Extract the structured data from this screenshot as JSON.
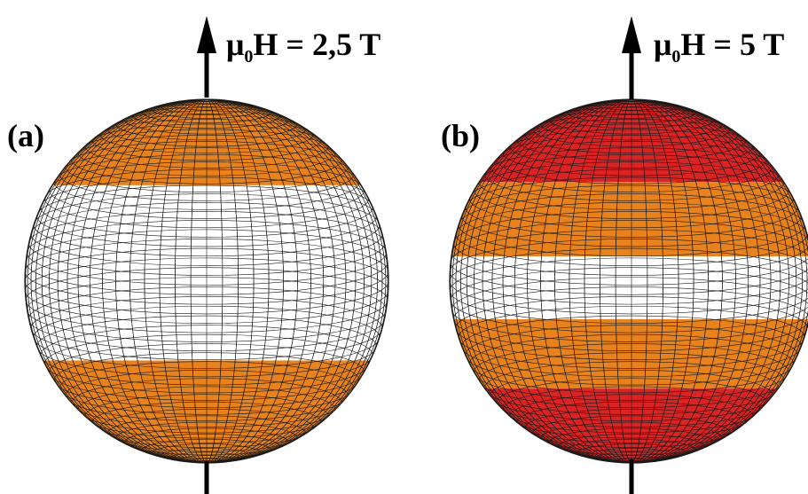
{
  "colors": {
    "orange": "#e8821c",
    "red": "#dc2323",
    "white": "#ffffff",
    "grid": "#1a1a1a",
    "axis": "#000000"
  },
  "panels": [
    {
      "label": "(a)",
      "field": {
        "mu": "μ",
        "sub": "0",
        "rest": "H = 2,5 T"
      },
      "bands": [
        {
          "from": 0,
          "to": 0.52,
          "color": "orange"
        },
        {
          "from": 0.52,
          "to": 1.58,
          "color": "white"
        },
        {
          "from": 1.58,
          "to": 2.2,
          "color": "orange"
        }
      ]
    },
    {
      "label": "(b)",
      "field": {
        "mu": "μ",
        "sub": "0",
        "rest": "H = 5 T"
      },
      "bands": [
        {
          "from": 0,
          "to": 0.5,
          "color": "red"
        },
        {
          "from": 0.5,
          "to": 0.95,
          "color": "orange"
        },
        {
          "from": 0.95,
          "to": 1.33,
          "color": "white"
        },
        {
          "from": 1.33,
          "to": 1.75,
          "color": "orange"
        },
        {
          "from": 1.75,
          "to": 2.2,
          "color": "red"
        }
      ]
    }
  ]
}
